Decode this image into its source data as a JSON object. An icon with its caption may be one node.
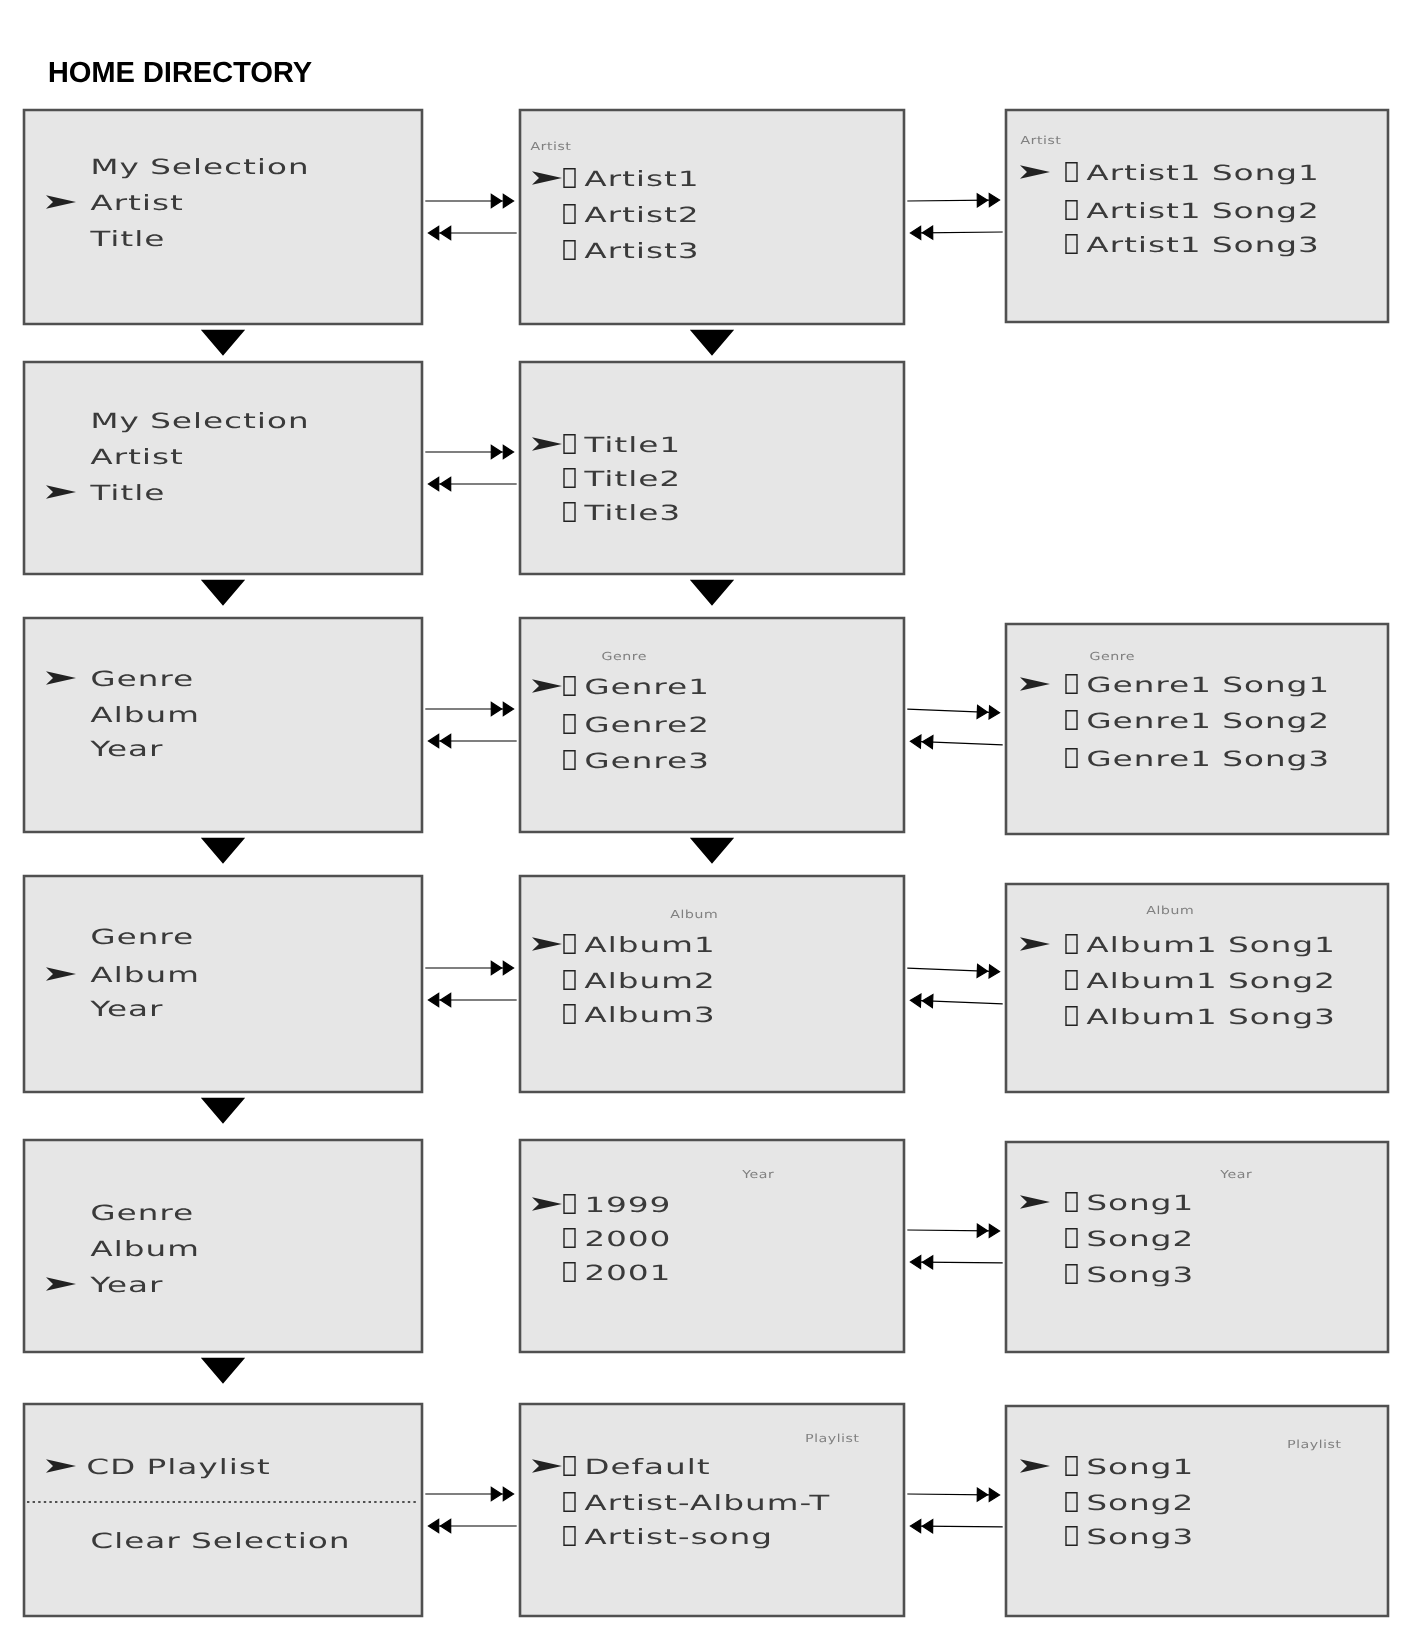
{
  "diagram": {
    "title": "HOME DIRECTORY",
    "nodes": [
      {
        "text": [
          "My Selection",
          "Artist",
          "Title"
        ]
      },
      {
        "text": [
          "Artist",
          "Artist1",
          "Artist2",
          "Artist3"
        ]
      },
      {
        "text": [
          "Artist",
          "Artist1 Song1",
          "Artist1 Song2",
          "Artist1 Song3"
        ]
      },
      {
        "text": [
          "My Selection",
          "Artist",
          "Title"
        ]
      },
      {
        "text": [
          "Title1",
          "Title2",
          "Title3"
        ]
      },
      {
        "text": [
          "Genre",
          "Album",
          "Year"
        ]
      },
      {
        "text": [
          "Genre",
          "Genre1",
          "Genre2",
          "Genre3"
        ]
      },
      {
        "text": [
          "Genre",
          "Genre1 Song1",
          "Genre1 Song2",
          "Genre1 Song3"
        ]
      },
      {
        "text": [
          "Genre",
          "Album",
          "Year"
        ]
      },
      {
        "text": [
          "Album",
          "Album1",
          "Album2",
          "Album3"
        ]
      },
      {
        "text": [
          "Album",
          "Album1 Song1",
          "Album1 Song2",
          "Album1 Song3"
        ]
      },
      {
        "text": [
          "Genre",
          "Album",
          "Year"
        ]
      },
      {
        "text": [
          "Year",
          "1999",
          "2000",
          "2001"
        ]
      },
      {
        "text": [
          "Year",
          "Song1",
          "Song2",
          "Song3"
        ]
      },
      {
        "text": [
          "CD Playlist",
          "Clear Selection"
        ]
      },
      {
        "text": [
          "Playlist",
          "Default",
          "Artist-Album-T",
          "Artist-song"
        ]
      },
      {
        "text": [
          "Playlist",
          "Song1",
          "Song2",
          "Song3"
        ]
      }
    ],
    "edges": [
      {
        "from": 0,
        "to": 1,
        "arrow": "to"
      },
      {
        "from": 1,
        "to": 0,
        "arrow": "to"
      },
      {
        "from": 1,
        "to": 2,
        "arrow": "to"
      },
      {
        "from": 2,
        "to": 1,
        "arrow": "to"
      },
      {
        "from": 0,
        "to": 3,
        "arrow": "to"
      },
      {
        "from": 1,
        "to": 4,
        "arrow": "to"
      },
      {
        "from": 3,
        "to": 4,
        "arrow": "to"
      },
      {
        "from": 4,
        "to": 3,
        "arrow": "to"
      },
      {
        "from": 3,
        "to": 5,
        "arrow": "to"
      },
      {
        "from": 4,
        "to": 6,
        "arrow": "to"
      },
      {
        "from": 5,
        "to": 6,
        "arrow": "to"
      },
      {
        "from": 6,
        "to": 5,
        "arrow": "to"
      },
      {
        "from": 6,
        "to": 7,
        "arrow": "to"
      },
      {
        "from": 7,
        "to": 6,
        "arrow": "to"
      },
      {
        "from": 5,
        "to": 8,
        "arrow": "to"
      },
      {
        "from": 6,
        "to": 9,
        "arrow": "to"
      },
      {
        "from": 8,
        "to": 9,
        "arrow": "to"
      },
      {
        "from": 9,
        "to": 8,
        "arrow": "to"
      },
      {
        "from": 9,
        "to": 10,
        "arrow": "to"
      },
      {
        "from": 10,
        "to": 9,
        "arrow": "to"
      },
      {
        "from": 8,
        "to": 11,
        "arrow": "to"
      },
      {
        "from": 12,
        "to": 13,
        "arrow": "to"
      },
      {
        "from": 13,
        "to": 12,
        "arrow": "to"
      },
      {
        "from": 11,
        "to": 14,
        "arrow": "to"
      },
      {
        "from": 14,
        "to": 15,
        "arrow": "to"
      },
      {
        "from": 15,
        "to": 14,
        "arrow": "to"
      },
      {
        "from": 15,
        "to": 16,
        "arrow": "to"
      },
      {
        "from": 16,
        "to": 15,
        "arrow": "to"
      }
    ]
  }
}
